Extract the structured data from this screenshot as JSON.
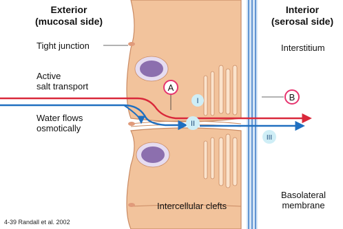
{
  "exterior_header": [
    "Exterior",
    "(mucosal side)"
  ],
  "interior_header": [
    "Interior",
    "(serosal side)"
  ],
  "labels": {
    "tight_junction": "Tight junction",
    "active_salt_transport": [
      "Active",
      "salt transport"
    ],
    "water_flows": [
      "Water flows",
      "osmotically"
    ],
    "interstitium": "Interstitium",
    "intercellular_clefts": "Intercellular clefts",
    "basolateral_membrane": [
      "Basolateral",
      "membrane"
    ]
  },
  "markers": {
    "A": "A",
    "B": "B",
    "I": "I",
    "II": "II",
    "III": "III"
  },
  "credit": "4-39 Randall et al. 2002",
  "colors": {
    "cell_fill": "#f2c39c",
    "cell_outline": "#c98a63",
    "nucleus_fill": "#8c6fae",
    "nucleus_ring": "#e6dcf0",
    "membrane_blue": "#3a78c6",
    "membrane_light": "#d6e6f6",
    "salt_arrow": "#d9283a",
    "water_arrow": "#1f6fc0",
    "marker_pink": "#e6336e",
    "marker_cyan_fill": "#cfeef6"
  }
}
